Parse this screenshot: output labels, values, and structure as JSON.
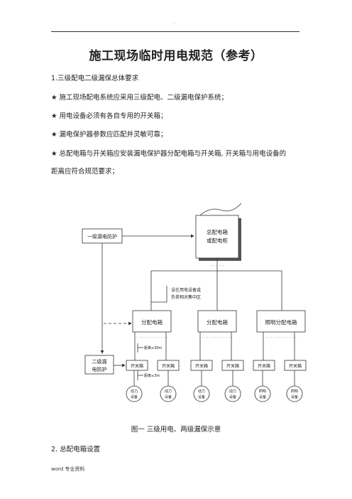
{
  "header": {
    "mark": "."
  },
  "title": "施工现场临时用电规范（参考）",
  "paragraphs": [
    "1.三级配电二级漏保总体要求",
    "★ 施工现场配电系统应采用三级配电、二级漏电保护系统；",
    "★ 用电设备必须有各自专用的开关箱；",
    "★ 漏电保护器参数应匹配并灵敏可靠；",
    "★ 总配电箱与开关箱应安装漏电保护器分配电箱与开关箱, 开关箱与用电设备的",
    "距离应符合规范要求；"
  ],
  "diagram": {
    "main_box": [
      "总配电箱",
      "或配电柜"
    ],
    "level1_protect": "一级漏电防护",
    "level2_protect": [
      "二级漏",
      "电防护"
    ],
    "note": [
      "设在用电设备或",
      "负荷相对集中区"
    ],
    "dist_boxes": [
      "分配电箱",
      "分配电箱",
      "照明分配电箱"
    ],
    "switch_box": "开关箱",
    "dist_label_1": "距离≤30m",
    "dist_label_2": "距离≤3m",
    "devices": [
      [
        "动力",
        "设备"
      ],
      [
        "动力",
        "设备"
      ],
      [
        "动力",
        "设备"
      ],
      [
        "动力",
        "设备"
      ],
      [
        "照明",
        "设备"
      ],
      [
        "照明",
        "设备"
      ]
    ]
  },
  "caption": "图一    三级用电、两级漏保示意",
  "section2": "2.  总配电箱设置",
  "footer": "word  专业资料"
}
